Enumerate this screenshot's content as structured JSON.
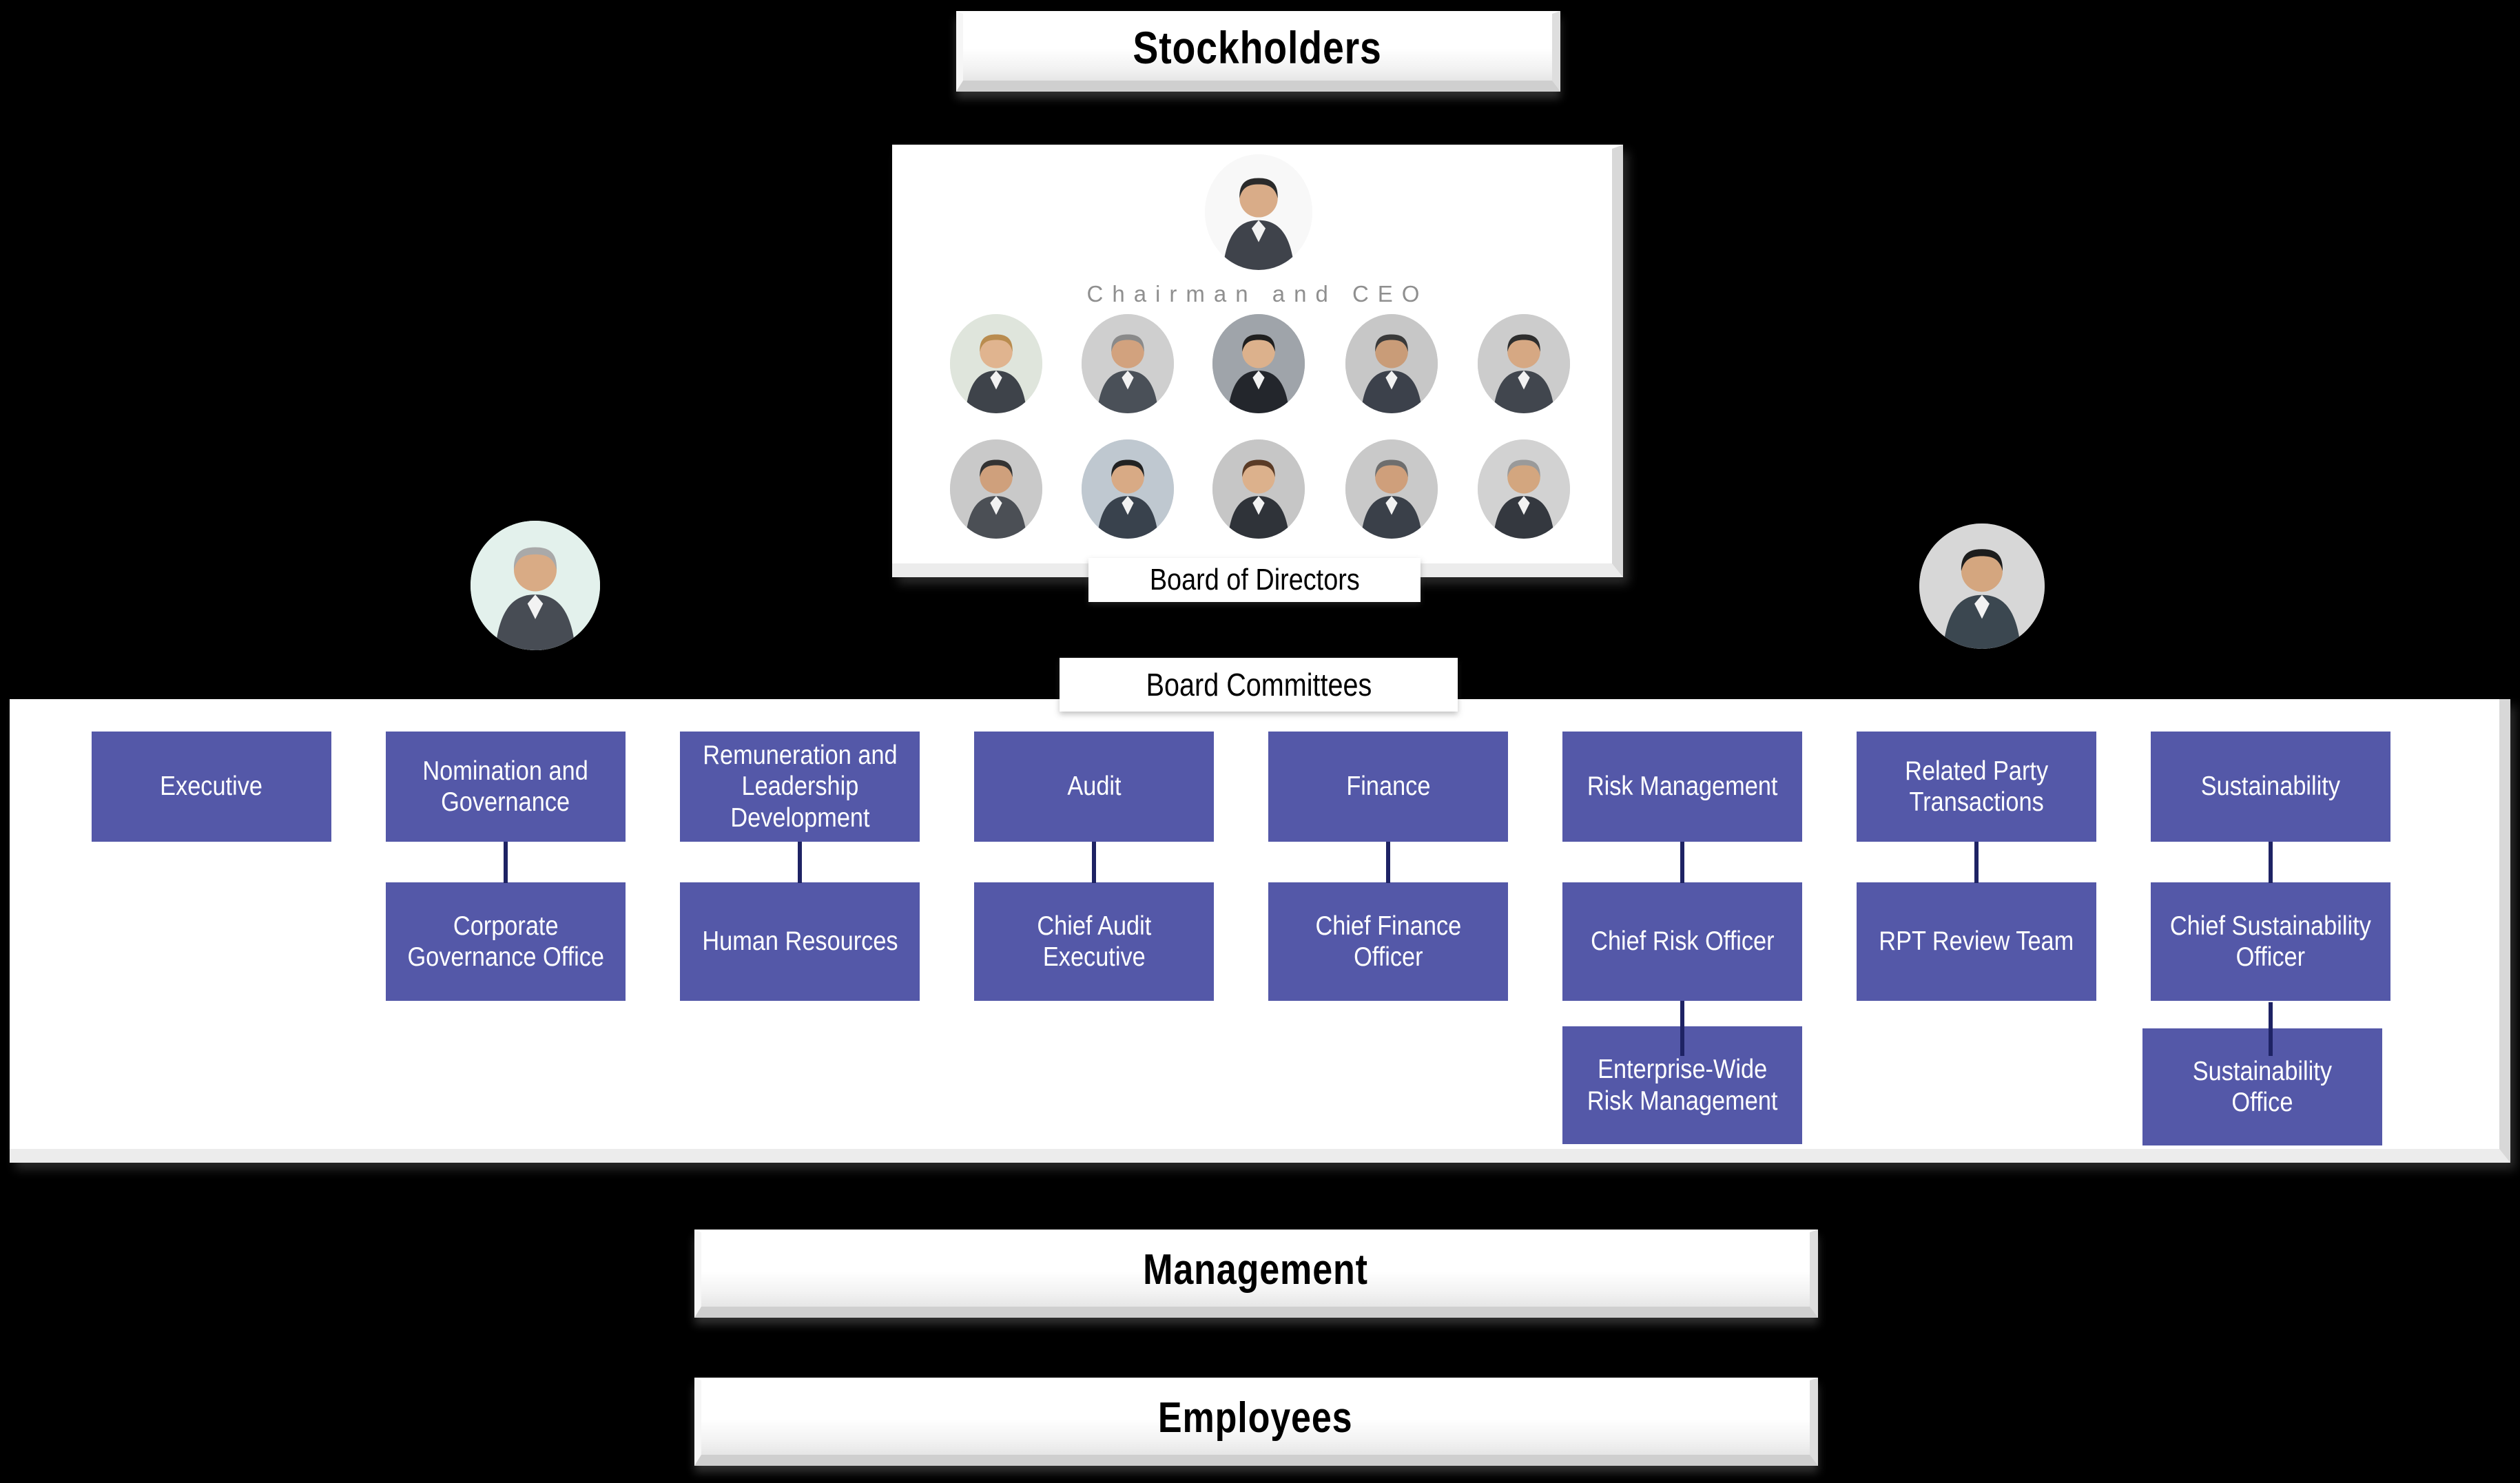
{
  "banners": {
    "stockholders": "Stockholders",
    "management": "Management",
    "employees": "Employees"
  },
  "board": {
    "chairman_label": "Chairman and CEO",
    "board_label": "Board of Directors",
    "committees_label": "Board Committees",
    "director_rows": [
      5,
      5
    ],
    "side_portraits": 2
  },
  "committees": [
    {
      "name": "Executive"
    },
    {
      "name": "Nomination and\nGovernance",
      "child": "Corporate\nGovernance Office"
    },
    {
      "name": "Remuneration and\nLeadership\nDevelopment",
      "child": "Human Resources"
    },
    {
      "name": "Audit",
      "child": "Chief Audit\nExecutive"
    },
    {
      "name": "Finance",
      "child": "Chief Finance\nOfficer"
    },
    {
      "name": "Risk Management",
      "child": "Chief Risk Officer",
      "grandchild": "Enterprise-Wide\nRisk Management"
    },
    {
      "name": "Related Party\nTransactions",
      "child": "RPT Review Team"
    },
    {
      "name": "Sustainability",
      "child": "Chief Sustainability\nOfficer",
      "grandchild": "Sustainability\nOffice"
    }
  ],
  "colors": {
    "background": "#000000",
    "box_purple": "#5458A8",
    "connector_navy": "#1E2364",
    "panel_white": "#FFFFFF",
    "committee_text": "#FFFFFF",
    "heading_text": "#000000",
    "chairman_label_gray": "#8F8F8F"
  }
}
